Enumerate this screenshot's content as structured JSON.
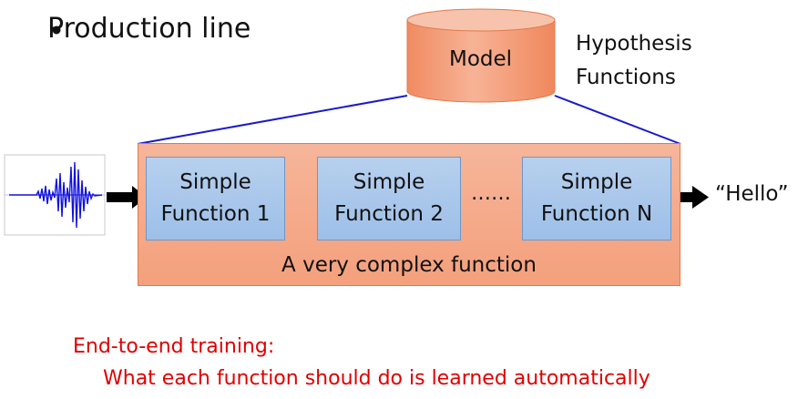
{
  "title": "Production line",
  "model": {
    "label": "Model",
    "hypothesis_line1": "Hypothesis",
    "hypothesis_line2": "Functions"
  },
  "pipeline": {
    "container_label": "A very complex function",
    "functions": [
      {
        "line1": "Simple",
        "line2": "Function 1"
      },
      {
        "line1": "Simple",
        "line2": "Function 2"
      },
      {
        "line1": "Simple",
        "line2": "Function N"
      }
    ],
    "ellipsis": "……",
    "output": "“Hello”"
  },
  "footer": {
    "title": "End-to-end training:",
    "body": "What each function should do is learned automatically"
  },
  "colors": {
    "cylinder": "#f4a07c",
    "outer_box": "#f6b59a",
    "function_box": "#a9c6ea",
    "connector": "#1a1acc",
    "footer_text": "#e00000"
  }
}
